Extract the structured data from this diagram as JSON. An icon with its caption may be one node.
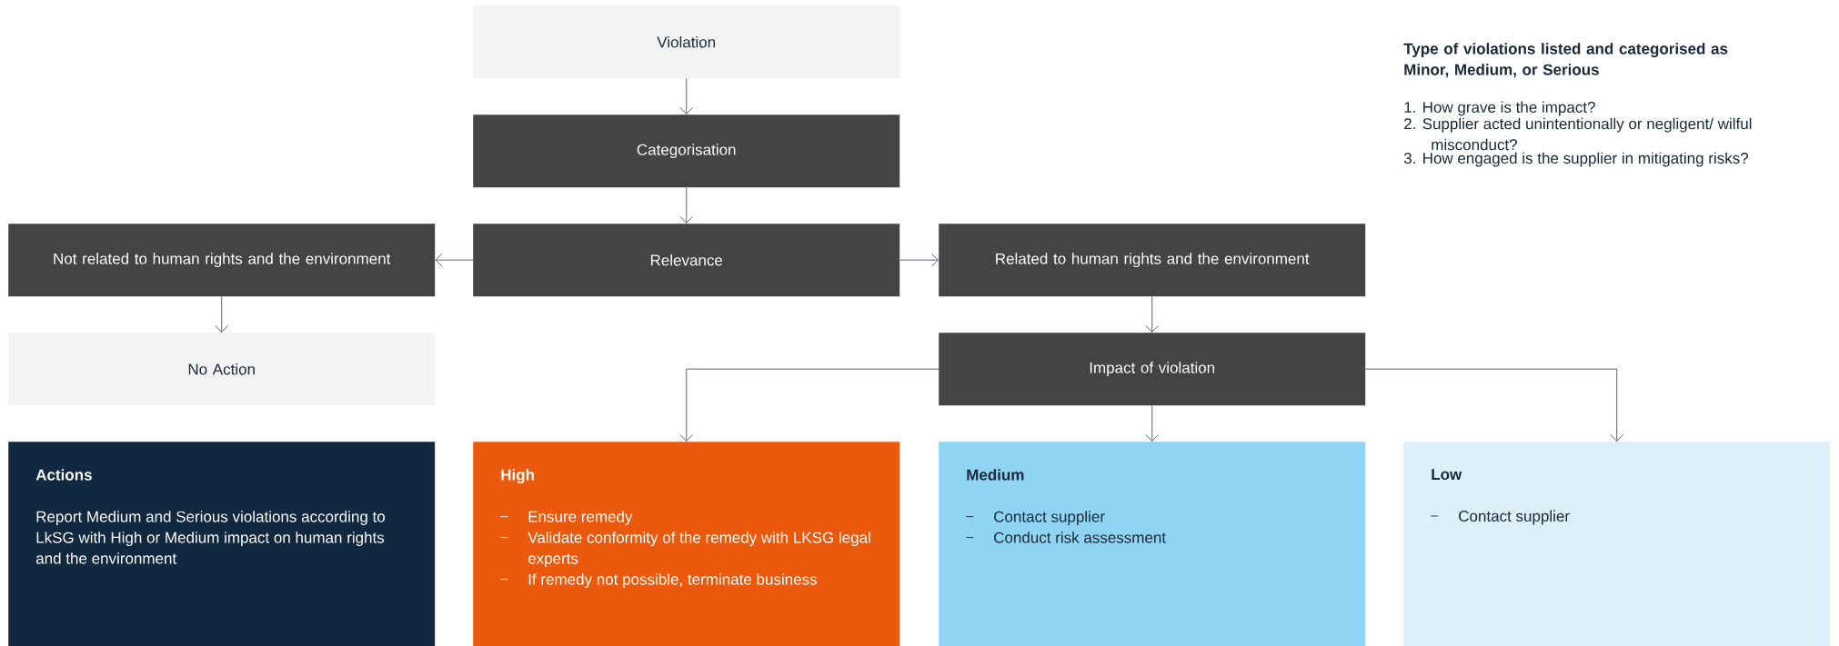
{
  "diagram": {
    "nodes": [
      {
        "text": [
          "Violation"
        ]
      },
      {
        "text": [
          "Categorisation"
        ]
      },
      {
        "text": [
          "Relevance"
        ]
      },
      {
        "text": [
          "Not related to human rights and the environment"
        ]
      },
      {
        "text": [
          "Related to human rights and the environment"
        ]
      },
      {
        "text": [
          "No Action"
        ]
      },
      {
        "text": [
          "Impact of violation"
        ]
      },
      {
        "text": [
          "Actions",
          "Report Medium and Serious violations according to LkSG with High or Medium impact on human rights and the environment"
        ]
      },
      {
        "text": [
          "High",
          "Ensure remedy",
          "Validate conformity of the remedy with LKSG legal experts",
          "If remedy not possible, terminate business"
        ]
      },
      {
        "text": [
          "Medium",
          "Contact supplier",
          "Conduct risk assessment"
        ]
      },
      {
        "text": [
          "Low",
          "Contact supplier"
        ]
      }
    ],
    "edges": [
      {
        "from": 0,
        "to": 1,
        "arrow": "to"
      },
      {
        "from": 1,
        "to": 2,
        "arrow": "to"
      },
      {
        "from": 2,
        "to": 3,
        "arrow": "to"
      },
      {
        "from": 2,
        "to": 4,
        "arrow": "to"
      },
      {
        "from": 3,
        "to": 5,
        "arrow": "to"
      },
      {
        "from": 4,
        "to": 6,
        "arrow": "to"
      },
      {
        "from": 6,
        "to": 8,
        "arrow": "to"
      },
      {
        "from": 6,
        "to": 9,
        "arrow": "to"
      },
      {
        "from": 6,
        "to": 10,
        "arrow": "to"
      }
    ],
    "labels": [
      "Type of violations listed and categorised as Minor, Medium, or Serious",
      "1. How grave is the impact?",
      "2. Supplier acted unintentionally or negligent/ wilful misconduct?",
      "3. How engaged is the supplier in mitigating risks?"
    ]
  }
}
